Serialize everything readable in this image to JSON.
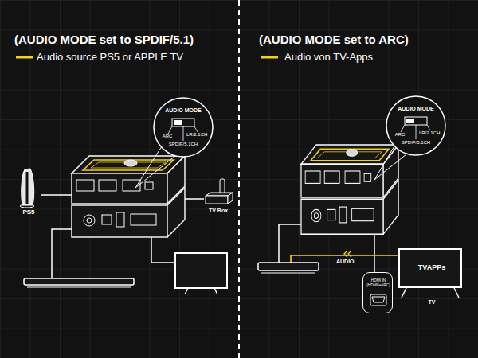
{
  "diagram": {
    "nodes": [
      {
        "text": [
          "AUDIO MODE",
          "ARC",
          "LR/2.1CH",
          "SPDIF/5.1CH"
        ]
      },
      {
        "text": [
          "PS5"
        ]
      },
      {
        "text": [
          "TV Box"
        ]
      },
      {
        "text": [
          "AUDIO MODE",
          "ARC",
          "LR/2.1CH",
          "SPDIF/5.1CH"
        ]
      },
      {
        "text": [
          "TVAPPs",
          "TV"
        ]
      },
      {
        "text": [
          "HDMI IN (HDMI/eARC)"
        ]
      }
    ],
    "labels": [
      "(AUDIO MODE set to SPDIF/5.1)",
      "(AUDIO MODE set to ARC)",
      "AUDIO"
    ],
    "legend": [
      {
        "text": "Audio source PS5 or APPLE TV"
      },
      {
        "text": "Audio von TV-Apps"
      }
    ]
  }
}
